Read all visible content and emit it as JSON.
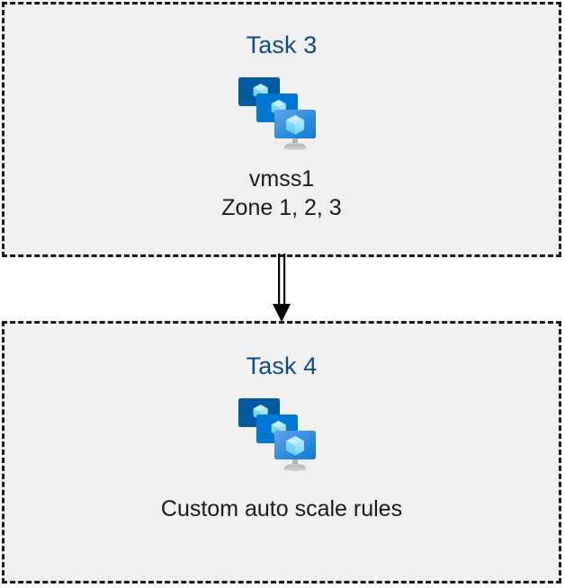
{
  "diagram": {
    "type": "flow",
    "background_color": "#ffffff",
    "box_fill": "#f0f0f0",
    "box_border_color": "#1a1a1a",
    "title_color": "#124d7f",
    "caption_color": "#1a1a1a",
    "nodes": [
      {
        "id": "task-3",
        "title": "Task 3",
        "icon": "virtual-machine-scale-set-icon",
        "captions": [
          "vmss1",
          "Zone 1, 2, 3"
        ]
      },
      {
        "id": "task-4",
        "title": "Task 4",
        "icon": "virtual-machine-scale-set-icon",
        "captions": [
          "Custom auto scale rules"
        ]
      }
    ],
    "connector": {
      "from": "task-3",
      "to": "task-4",
      "style": "double-line-arrow",
      "direction": "down",
      "color": "#000000"
    },
    "icon_colors": {
      "monitor_back": "#005ba1",
      "monitor_middle": "#0078d4",
      "monitor_front_light": "#5ea0e8",
      "monitor_front_dark": "#0f7bd4",
      "cube_light": "#c3f1fb",
      "cube_mid": "#7fd9f5",
      "cube_dark": "#50c5ee",
      "stand": "#b3b3b3"
    }
  }
}
